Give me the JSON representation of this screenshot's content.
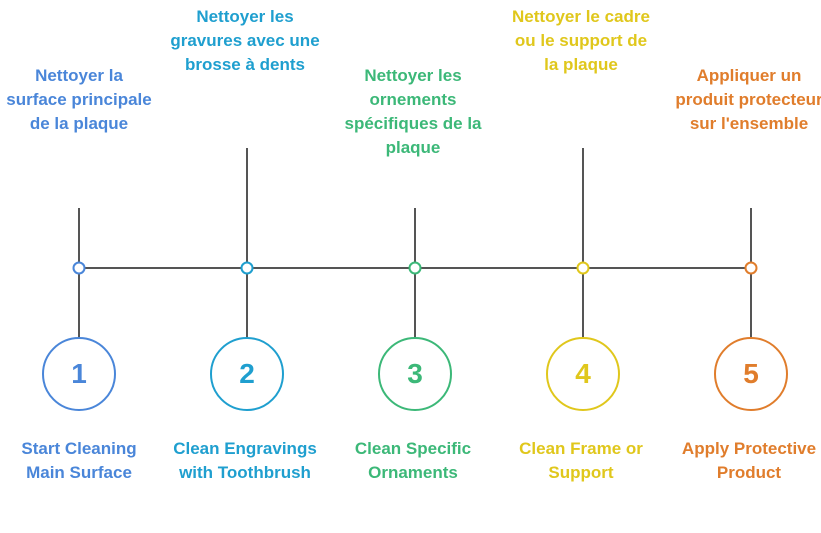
{
  "steps": [
    {
      "number": "1",
      "top_text": "Nettoyer la surface principale de la plaque",
      "bottom_text": "Start Cleaning Main Surface",
      "color": "#4a86d9"
    },
    {
      "number": "2",
      "top_text": "Nettoyer les gravures avec une brosse à dents",
      "bottom_text": "Clean Engravings with Toothbrush",
      "color": "#1f9fcf"
    },
    {
      "number": "3",
      "top_text": "Nettoyer les ornements spécifiques de la plaque",
      "bottom_text": "Clean Specific Ornaments",
      "color": "#3cb878"
    },
    {
      "number": "4",
      "top_text": "Nettoyer le cadre ou le support de la plaque",
      "bottom_text": "Clean Frame or Support",
      "color": "#e0c71c"
    },
    {
      "number": "5",
      "top_text": "Appliquer un produit protecteur sur l'ensemble",
      "bottom_text": "Apply Protective Product",
      "color": "#e07d2c"
    }
  ],
  "line_color": "#555555"
}
